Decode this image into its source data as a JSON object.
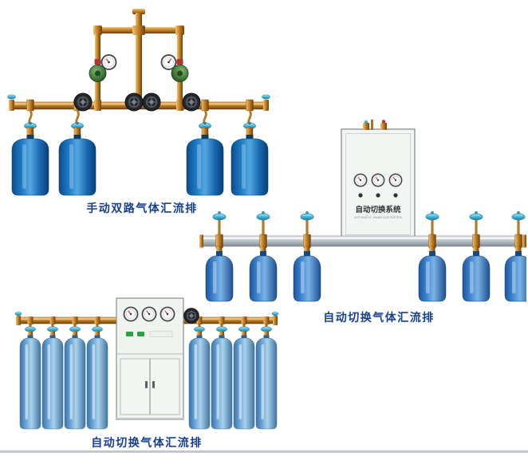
{
  "page": {
    "background": "#ffffff",
    "bottom_rule_color": "#c3c8cc"
  },
  "products": [
    {
      "id": "manual-dual-gas-manifold",
      "caption": "手动双路气体汇流排",
      "cylinder_count": 4
    },
    {
      "id": "auto-switch-gas-manifold-wall-cabinet",
      "caption": "自动切换气体汇流排",
      "cabinet_label": "自动切换系统",
      "cabinet_sublabel": "AUTOMATIC MANIFOLD SYSTEM",
      "cylinder_count": 6
    },
    {
      "id": "auto-switch-gas-manifold-floor-cabinet",
      "caption": "自动切换气体汇流排",
      "cylinder_count": 8
    }
  ],
  "colors": {
    "caption_text": "#16408e",
    "cylinder_dark_blue": "#1e7ec8",
    "cylinder_medium_blue": "#4287cf",
    "cylinder_light_blue": "#6ea7d6",
    "brass_pipe": "#cf8f33",
    "valve_cyan": "#43b4d8",
    "regulator_green": "#41763a",
    "cabinet_white": "#f3f5f2",
    "rail_silver": "#bcc5cc"
  }
}
